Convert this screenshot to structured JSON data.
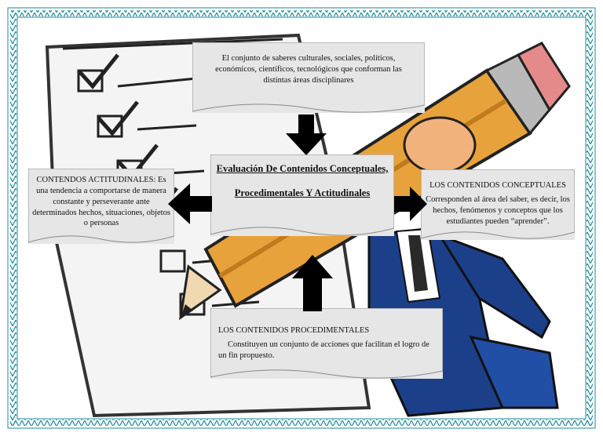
{
  "diagram": {
    "center": {
      "line1": "Evaluación De Contenidos Conceptuales,",
      "line2": "Procedimentales Y Actitudinales"
    },
    "top_note": "El conjunto de saberes culturales, sociales, políticos, económicos, científicos, tecnológicos que conforman las distintas áreas disciplinares",
    "left_box": {
      "text": "CONTENDOS ACTITUDINALES: Es una tendencia a comportarse de manera constante y perseverante ante determinados hechos, situaciones, objetos o personas"
    },
    "right_box": {
      "title": "LOS CONTENIDOS CONCEPTUALES",
      "body": "Corresponden al área del saber, es decir, los hechos, fenómenos y conceptos que los estudiantes pueden “aprender”."
    },
    "bottom_box": {
      "title": "LOS CONTENIDOS PROCEDIMENTALES",
      "body": "Constituyen un conjunto de acciones que facilitan el logro de un fin propuesto."
    }
  },
  "colors": {
    "border": "#1f8a9a",
    "note_fill": "#e6e6e6",
    "arrow": "#000000",
    "pencil": "#e8a23c",
    "suit": "#1c3f8a"
  }
}
